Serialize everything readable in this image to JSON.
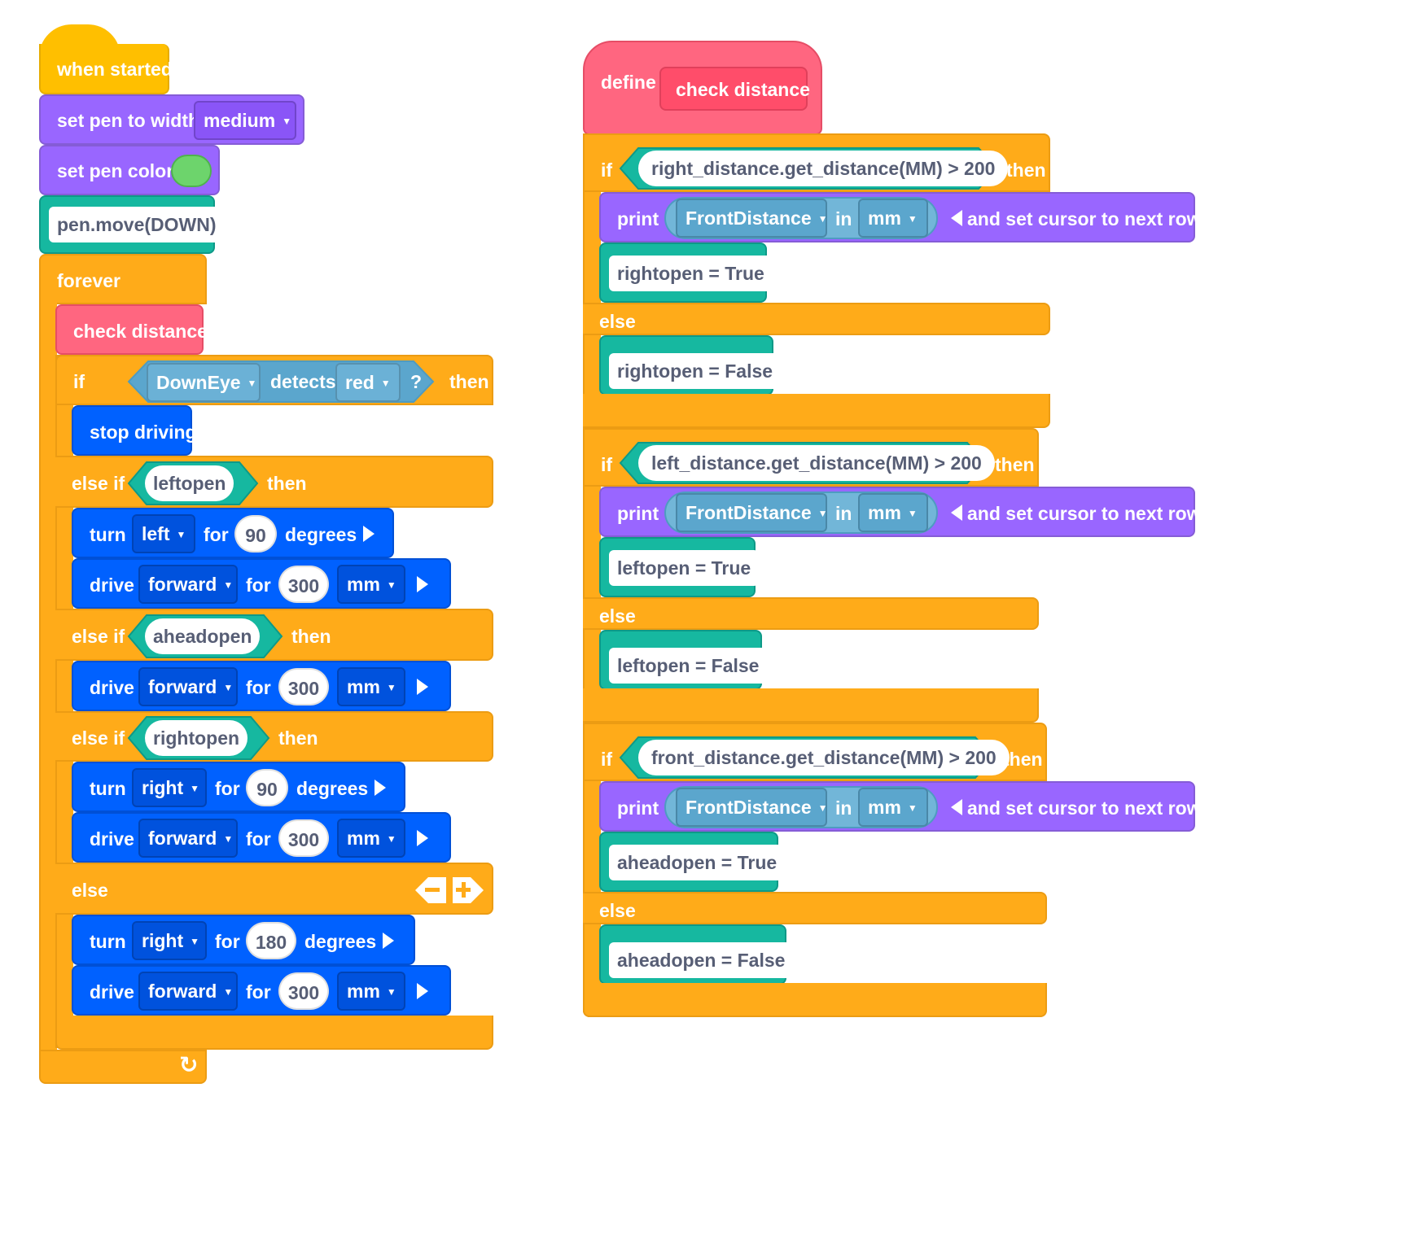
{
  "colors": {
    "events": "#FFBF00",
    "pen": "#9966FF",
    "text_python": "#16B8A0",
    "control": "#FFAB19",
    "my_blocks": "#FF6680",
    "drivetrain": "#0061FF",
    "sensing": "#5BA6CD",
    "pen_color_value": "#6DD46C"
  },
  "main_script": {
    "hat": "when started",
    "pen_width": {
      "label": "set pen to width",
      "value": "medium"
    },
    "pen_color": {
      "label": "set pen color"
    },
    "pen_move": "pen.move(DOWN)",
    "forever": "forever",
    "call": "check distance",
    "if_block": {
      "if": "if",
      "then": "then",
      "sensor": "DownEye",
      "detects": "detects",
      "color": "red",
      "question": "?",
      "stop": "stop driving"
    },
    "elif1": {
      "label": "else if",
      "cond": "leftopen",
      "then": "then"
    },
    "turn1": {
      "turn": "turn",
      "dir": "left",
      "for": "for",
      "value": "90",
      "unit": "degrees"
    },
    "drive1": {
      "drive": "drive",
      "dir": "forward",
      "for": "for",
      "value": "300",
      "unit": "mm"
    },
    "elif2": {
      "label": "else if",
      "cond": "aheadopen",
      "then": "then"
    },
    "drive2": {
      "drive": "drive",
      "dir": "forward",
      "for": "for",
      "value": "300",
      "unit": "mm"
    },
    "elif3": {
      "label": "else if",
      "cond": "rightopen",
      "then": "then"
    },
    "turn2": {
      "turn": "turn",
      "dir": "right",
      "for": "for",
      "value": "90",
      "unit": "degrees"
    },
    "drive3": {
      "drive": "drive",
      "dir": "forward",
      "for": "for",
      "value": "300",
      "unit": "mm"
    },
    "else": "else",
    "turn3": {
      "turn": "turn",
      "dir": "right",
      "for": "for",
      "value": "180",
      "unit": "degrees"
    },
    "drive4": {
      "drive": "drive",
      "dir": "forward",
      "for": "for",
      "value": "300",
      "unit": "mm"
    },
    "icons": {
      "minus": "minus-icon",
      "plus": "plus-icon",
      "loop": "loop-arrow-icon",
      "play": "play-icon"
    }
  },
  "define_script": {
    "define": "define",
    "name": "check distance",
    "sections": [
      {
        "if": "if",
        "cond": "right_distance.get_distance(MM) > 200",
        "then": "then",
        "print": "print",
        "sensor": "FrontDistance",
        "in": "in",
        "unit": "mm",
        "suffix": "and set cursor to next row",
        "true_stmt": "rightopen = True",
        "else": "else",
        "false_stmt": "rightopen = False"
      },
      {
        "if": "if",
        "cond": "left_distance.get_distance(MM) > 200",
        "then": "then",
        "print": "print",
        "sensor": "FrontDistance",
        "in": "in",
        "unit": "mm",
        "suffix": "and set cursor to next row",
        "true_stmt": "leftopen = True",
        "else": "else",
        "false_stmt": "leftopen = False"
      },
      {
        "if": "if",
        "cond": "front_distance.get_distance(MM) > 200",
        "then": "then",
        "print": "print",
        "sensor": "FrontDistance",
        "in": "in",
        "unit": "mm",
        "suffix": "and set cursor to next row",
        "true_stmt": "aheadopen = True",
        "else": "else",
        "false_stmt": "aheadopen = False"
      }
    ]
  }
}
